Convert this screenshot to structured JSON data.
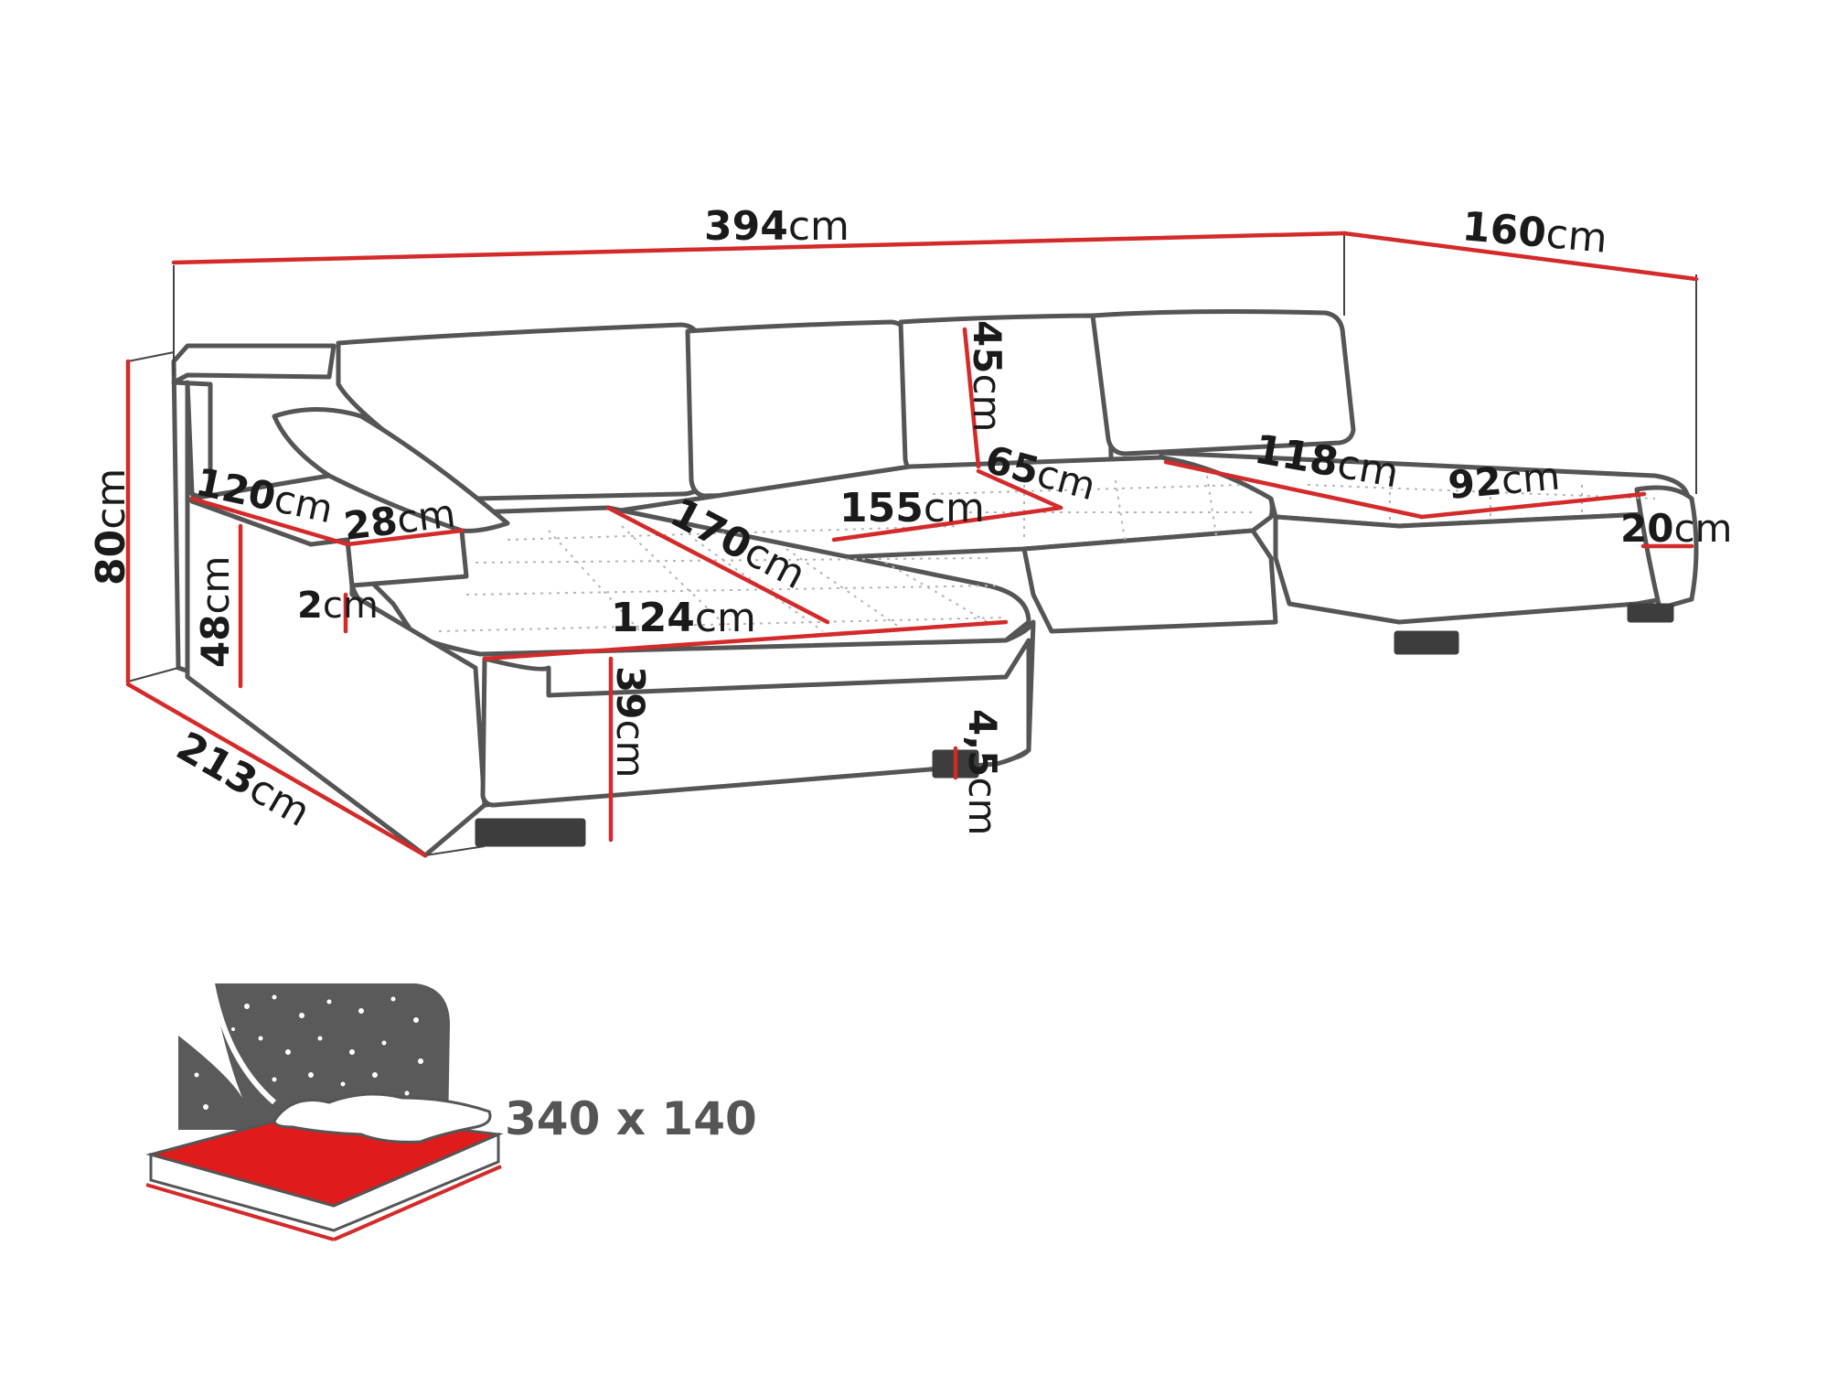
{
  "colors": {
    "dimension_line": "#d42a2a",
    "outline": "#555555",
    "bed_surface": "#e01b1b",
    "night_panel": "#5a5a5a"
  },
  "icons": {
    "bed_function": "sleeping-function-icon"
  },
  "dimensions": {
    "total_width": {
      "value": "394",
      "unit": "cm"
    },
    "right_depth": {
      "value": "160",
      "unit": "cm"
    },
    "height": {
      "value": "80",
      "unit": "cm"
    },
    "left_depth": {
      "value": "213",
      "unit": "cm"
    },
    "armrest_depth": {
      "value": "120",
      "unit": "cm"
    },
    "armrest_width": {
      "value": "28",
      "unit": "cm"
    },
    "armrest_height": {
      "value": "48",
      "unit": "cm"
    },
    "armrest_gap": {
      "value": "2",
      "unit": "cm"
    },
    "chaise_diagonal": {
      "value": "170",
      "unit": "cm"
    },
    "chaise_width": {
      "value": "124",
      "unit": "cm"
    },
    "seat_height": {
      "value": "39",
      "unit": "cm"
    },
    "leg_height": {
      "value": "4,5",
      "unit": "cm"
    },
    "backrest_height": {
      "value": "45",
      "unit": "cm"
    },
    "middle_width": {
      "value": "155",
      "unit": "cm"
    },
    "seat_depth": {
      "value": "65",
      "unit": "cm"
    },
    "right_seat_depth": {
      "value": "118",
      "unit": "cm"
    },
    "right_seat_width": {
      "value": "92",
      "unit": "cm"
    },
    "right_arm_width": {
      "value": "20",
      "unit": "cm"
    }
  },
  "bed_size": "340 x 140"
}
